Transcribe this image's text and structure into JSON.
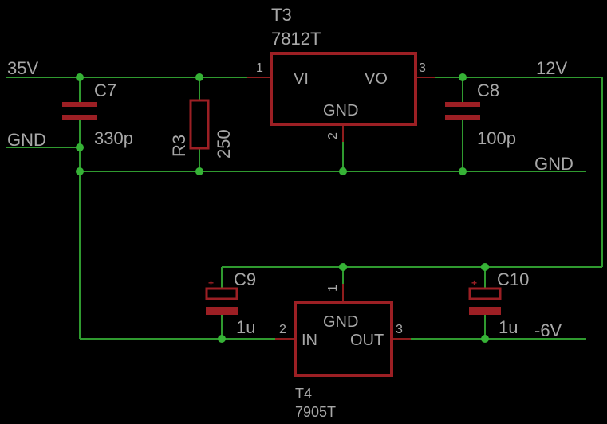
{
  "nets": {
    "in_35v": "35V",
    "gnd_left": "GND",
    "out_12v": "12V",
    "gnd_right": "GND",
    "out_neg6v": "-6V"
  },
  "components": {
    "t3": {
      "name": "T3",
      "value": "7812T",
      "pin_vi": "VI",
      "pin_vo": "VO",
      "pin_gnd": "GND",
      "pin1": "1",
      "pin2": "2",
      "pin3": "3"
    },
    "t4": {
      "name": "T4",
      "value": "7905T",
      "pin_in": "IN",
      "pin_out": "OUT",
      "pin_gnd": "GND",
      "pin1": "1",
      "pin2": "2",
      "pin3": "3"
    },
    "c7": {
      "name": "C7",
      "value": "330p"
    },
    "c8": {
      "name": "C8",
      "value": "100p"
    },
    "c9": {
      "name": "C9",
      "value": "1u",
      "polarity": "+"
    },
    "c10": {
      "name": "C10",
      "value": "1u",
      "polarity": "+"
    },
    "r3": {
      "name": "R3",
      "value": "250"
    }
  },
  "colors": {
    "wire": "#2f9a2f",
    "part": "#9c1f24",
    "junction": "#36b236",
    "text": "#a8a8a8",
    "background": "#000000"
  }
}
